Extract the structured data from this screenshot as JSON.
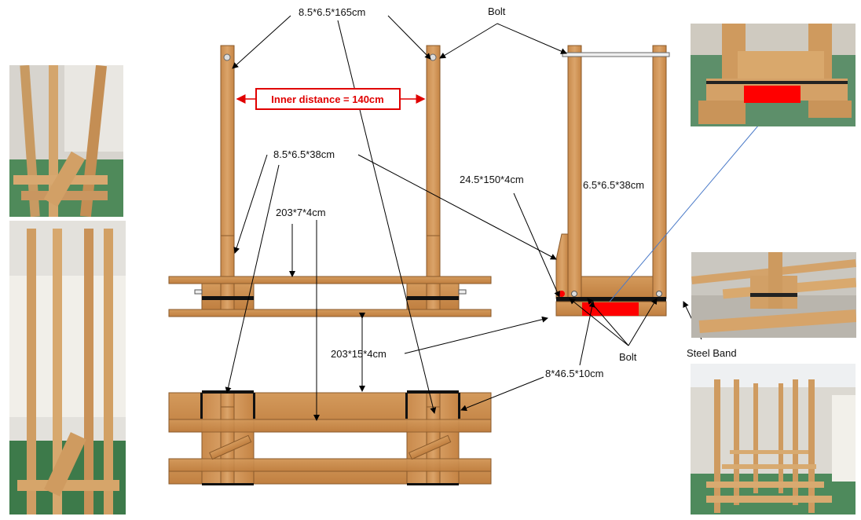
{
  "labels": {
    "dim_post": "8.5*6.5*165cm",
    "bolt_top": "Bolt",
    "inner_distance": "Inner distance = 140cm",
    "dim_brace": "8.5*6.5*38cm",
    "dim_board": "24.5*150*4cm",
    "dim_side_post": "6.5*6.5*38cm",
    "dim_top_rail": "203*7*4cm",
    "dim_bottom_rail": "203*15*4cm",
    "bolt_bottom": "Bolt",
    "steel_band": "Steel Band",
    "dim_block": "8*46.5*10cm"
  },
  "photos": [
    {
      "name": "photo-rack-top-left"
    },
    {
      "name": "photo-rack-bottom-left"
    },
    {
      "name": "photo-base-closeup-top-right"
    },
    {
      "name": "photo-steel-band-right"
    },
    {
      "name": "photo-rack-rows-bottom-right"
    }
  ],
  "colors": {
    "wood": "#d9a066",
    "wood_dark": "#b97a3d",
    "steel": "#111111",
    "highlight": "#ff0000",
    "leader_blue": "#4a7ac8"
  }
}
